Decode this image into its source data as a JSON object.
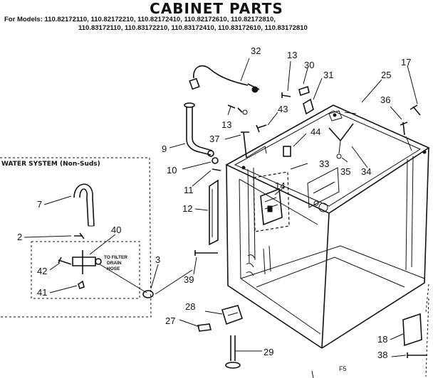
{
  "title": "CABINET PARTS",
  "models": {
    "line1": "For Models: 110.82172110, 110.82172210, 110.82172410, 110.82172610, 110.82172810,",
    "line2": "110.83172110, 110.83172210, 110.83172410, 110.83172610, 110.83172810"
  },
  "inset": {
    "heading": "WATER SYSTEM (Non-Suds)",
    "note": [
      "TO FILTER",
      "DRAIN",
      "HOSE"
    ]
  },
  "callouts": {
    "p32": "32",
    "p13a": "13",
    "p30": "30",
    "p31": "31",
    "p17": "17",
    "p25": "25",
    "p36": "36",
    "p43": "43",
    "p13b": "13",
    "p37": "37",
    "p44": "44",
    "p9": "9",
    "p10": "10",
    "p33": "33",
    "p35": "35",
    "p34": "34",
    "p11": "11",
    "p14": "14",
    "p12": "12",
    "p7": "7",
    "p2": "2",
    "p40": "40",
    "p3": "3",
    "p42": "42",
    "p41": "41",
    "p39": "39",
    "p28": "28",
    "p27": "27",
    "p29": "29",
    "p18": "18",
    "p38": "38"
  },
  "footer_code": "F5"
}
